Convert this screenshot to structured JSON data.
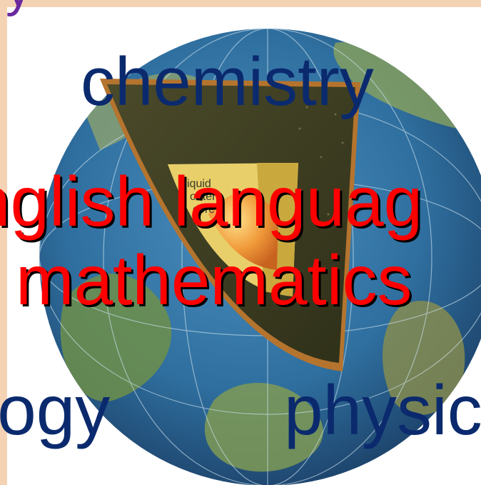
{
  "words": {
    "top_partial": "y",
    "chemistry": "chemistry",
    "english": "nglish languag",
    "mathematics": "mathematics",
    "biology": "ology",
    "physics": "physic"
  },
  "colors": {
    "navy_text": "#0b2a6e",
    "red_text": "#ff0000",
    "purple_text": "#6a2a9e",
    "frame": "#f4d3b4"
  },
  "illustration": {
    "subject": "earth cutaway globe showing layers",
    "core_labels": [
      "iquid",
      "outer",
      "core"
    ]
  }
}
